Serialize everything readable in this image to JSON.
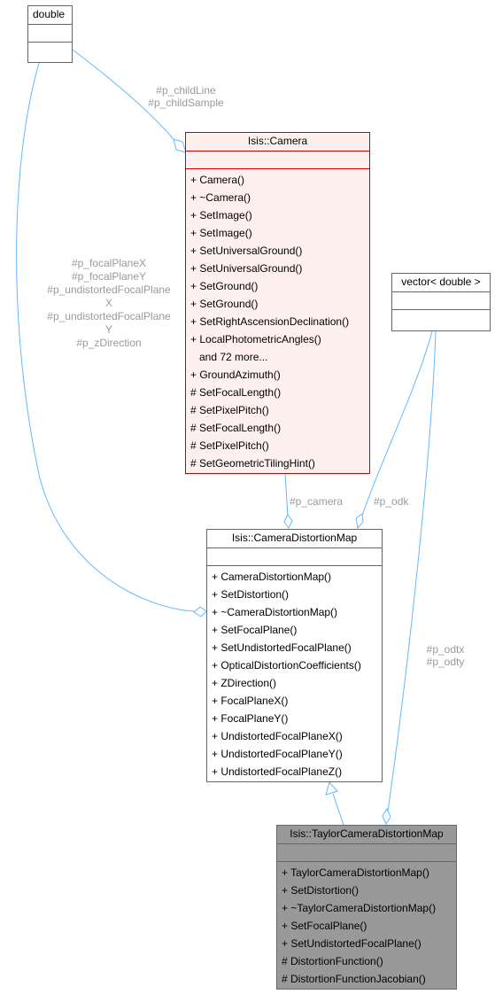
{
  "classes": {
    "double": {
      "name": "double"
    },
    "camera": {
      "name": "Isis::Camera",
      "methods": [
        "+ Camera()",
        "+ ~Camera()",
        "+ SetImage()",
        "+ SetImage()",
        "+ SetUniversalGround()",
        "+ SetUniversalGround()",
        "+ SetGround()",
        "+ SetGround()",
        "+ SetRightAscensionDeclination()",
        "+ LocalPhotometricAngles()",
        "   and 72 more...",
        "+ GroundAzimuth()",
        "# SetFocalLength()",
        "# SetPixelPitch()",
        "# SetFocalLength()",
        "# SetPixelPitch()",
        "# SetGeometricTilingHint()"
      ]
    },
    "vector": {
      "name": "vector< double >"
    },
    "distortion_map": {
      "name": "Isis::CameraDistortionMap",
      "methods": [
        "+ CameraDistortionMap()",
        "+ SetDistortion()",
        "+ ~CameraDistortionMap()",
        "+ SetFocalPlane()",
        "+ SetUndistortedFocalPlane()",
        "+ OpticalDistortionCoefficients()",
        "+ ZDirection()",
        "+ FocalPlaneX()",
        "+ FocalPlaneY()",
        "+ UndistortedFocalPlaneX()",
        "+ UndistortedFocalPlaneY()",
        "+ UndistortedFocalPlaneZ()"
      ]
    },
    "taylor_map": {
      "name": "Isis::TaylorCameraDistortionMap",
      "methods": [
        "+ TaylorCameraDistortionMap()",
        "+ SetDistortion()",
        "+ ~TaylorCameraDistortionMap()",
        "+ SetFocalPlane()",
        "+ SetUndistortedFocalPlane()",
        "# DistortionFunction()",
        "# DistortionFunctionJacobian()"
      ]
    }
  },
  "edge_labels": {
    "child": [
      "#p_childLine",
      "#p_childSample"
    ],
    "focal": [
      "#p_focalPlaneX",
      "#p_focalPlaneY",
      "#p_undistortedFocalPlane",
      "X",
      "#p_undistortedFocalPlane",
      "Y",
      "#p_zDirection"
    ],
    "camera": "#p_camera",
    "odk": "#p_odk",
    "odt": [
      "#p_odtx",
      "#p_odty"
    ]
  },
  "colors": {
    "edge": "#63b8ff",
    "edge_label": "#9a9a9a",
    "camera_border": "#cc0000",
    "camera_fill": "#fff0f0",
    "taylor_fill": "#999999"
  }
}
